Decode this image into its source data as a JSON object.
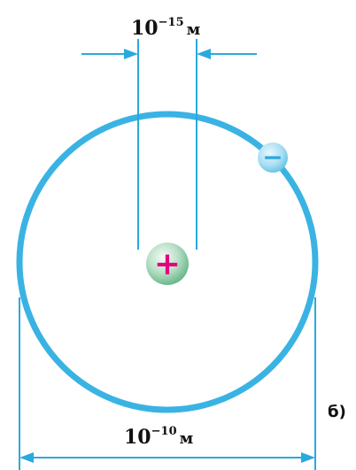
{
  "labels": {
    "nucleus_size_base": "10",
    "nucleus_size_exp": "−15",
    "nucleus_size_unit": "м",
    "atom_size_base": "10",
    "atom_size_exp": "−10",
    "atom_size_unit": "м",
    "panel_letter": "б)"
  },
  "symbols": {
    "nucleus_charge": "+",
    "electron_charge": "−"
  },
  "icons": {
    "nucleus": "proton-nucleus-icon",
    "electron": "electron-icon"
  },
  "colors": {
    "orbit": "#3ab3e3",
    "dimension_lines": "#2aa9dd",
    "nucleus_plus": "#e6007e",
    "nucleus_fill": "#7fc6a0",
    "electron_fill": "#3ab3e3",
    "text": "#111111"
  }
}
